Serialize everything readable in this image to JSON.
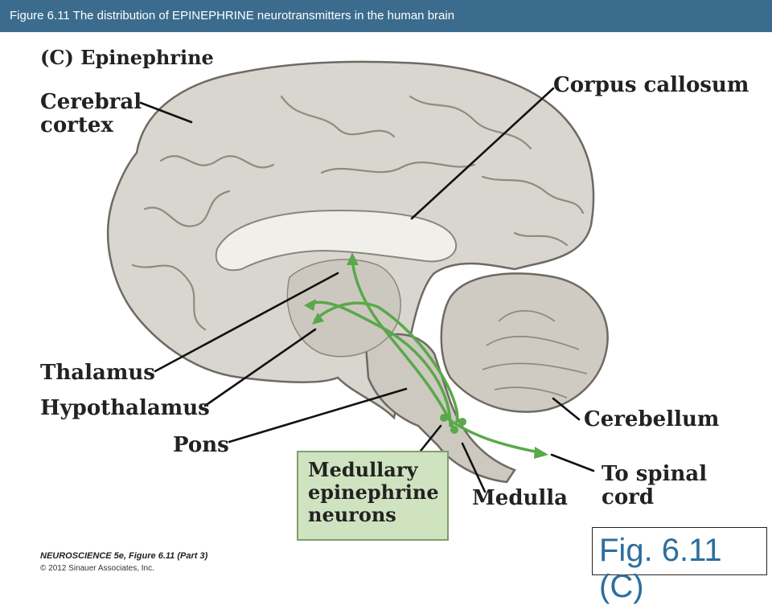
{
  "header": {
    "title": "Figure 6.11  The distribution of EPINEPHRINE neurotransmitters in the human brain"
  },
  "diagram": {
    "panel_label": "(C)  Epinephrine",
    "labels": {
      "cerebral_cortex": "Cerebral cortex",
      "corpus_callosum": "Corpus callosum",
      "thalamus": "Thalamus",
      "hypothalamus": "Hypothalamus",
      "pons": "Pons",
      "cerebellum": "Cerebellum",
      "medulla": "Medulla",
      "to_spinal_cord": "To spinal cord",
      "medullary_neurons": "Medullary epinephrine neurons"
    },
    "colors": {
      "brain": "#d9d6cf",
      "brain_outline": "#6e6a63",
      "pathway": "#5aa84a",
      "neuron_box": "#cfe3c0",
      "title_bar": "#3b6c8e"
    }
  },
  "footer": {
    "credit_line1": "NEUROSCIENCE 5e, Figure 6.11 (Part 3)",
    "credit_line2": "© 2012 Sinauer Associates, Inc.",
    "fig_label": "Fig. 6.11 (C)"
  }
}
